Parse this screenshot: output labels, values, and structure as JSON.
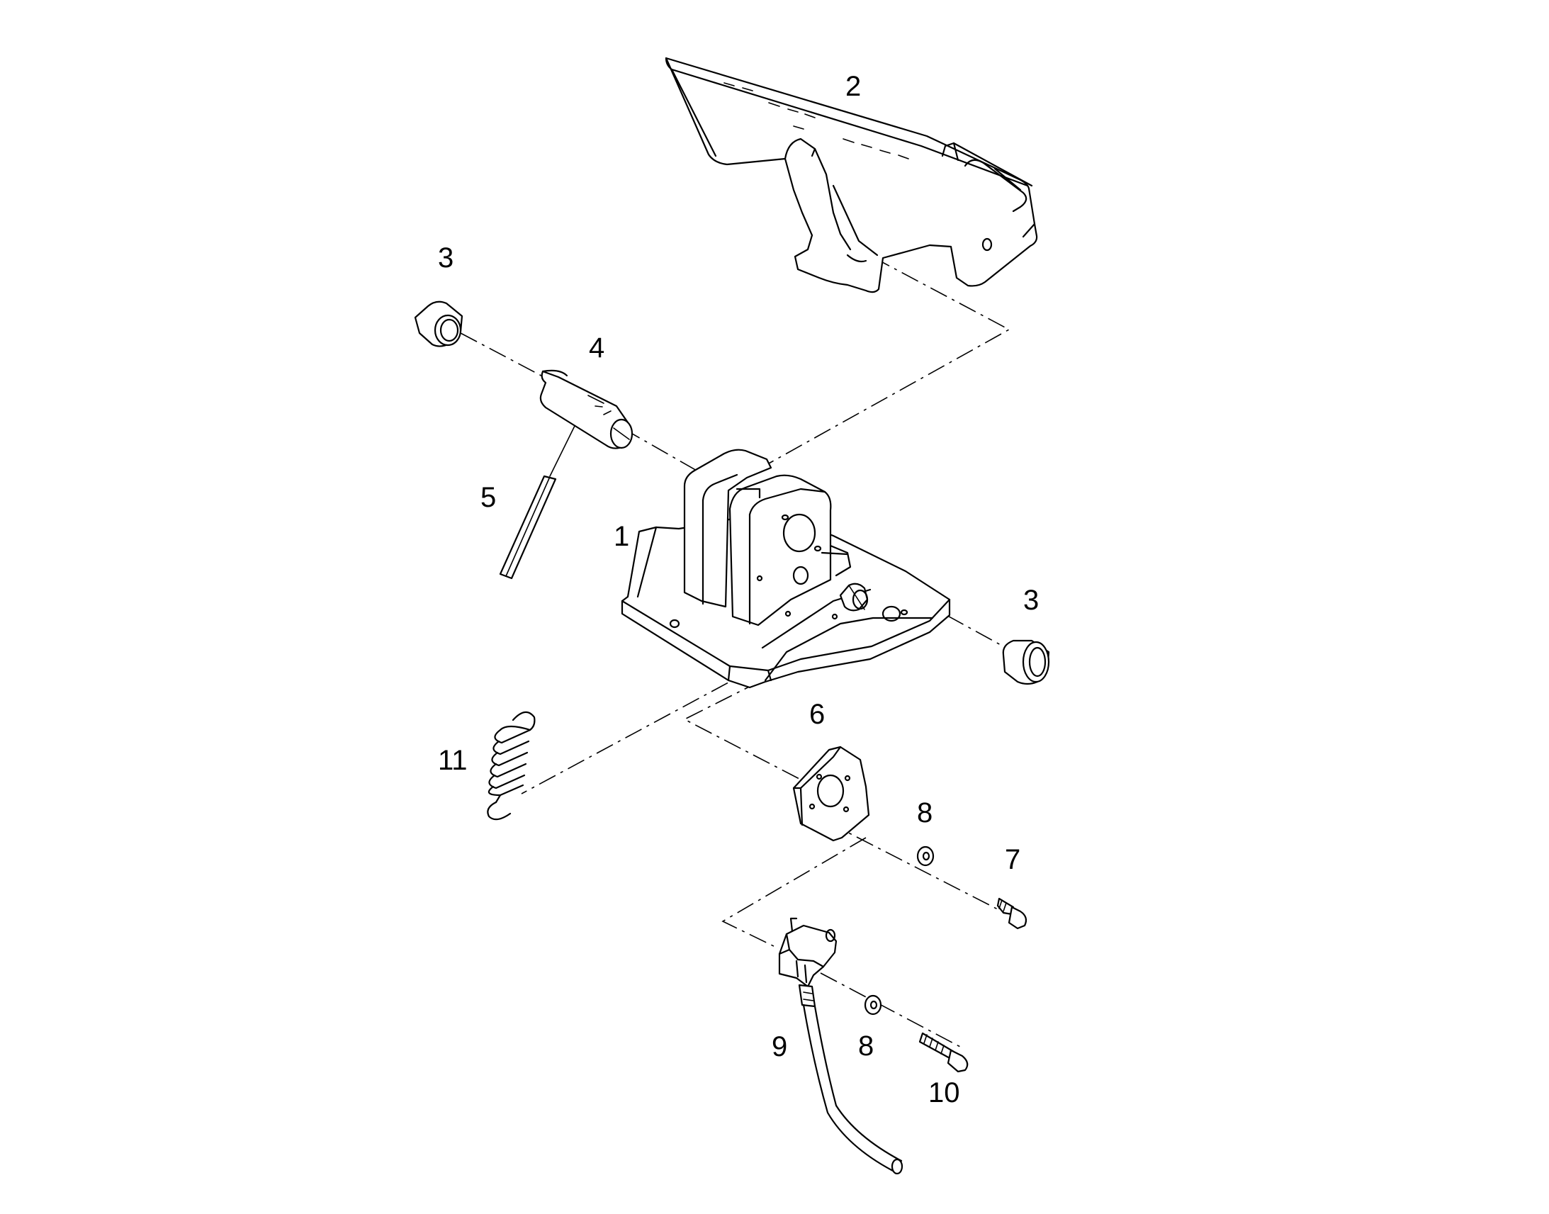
{
  "diagram": {
    "type": "exploded-parts-view",
    "callouts": [
      {
        "id": "label-1",
        "text": "1"
      },
      {
        "id": "label-2",
        "text": "2"
      },
      {
        "id": "label-3a",
        "text": "3"
      },
      {
        "id": "label-3b",
        "text": "3"
      },
      {
        "id": "label-4",
        "text": "4"
      },
      {
        "id": "label-5",
        "text": "5"
      },
      {
        "id": "label-6",
        "text": "6"
      },
      {
        "id": "label-7",
        "text": "7"
      },
      {
        "id": "label-8a",
        "text": "8"
      },
      {
        "id": "label-8b",
        "text": "8"
      },
      {
        "id": "label-9",
        "text": "9"
      },
      {
        "id": "label-10",
        "text": "10"
      },
      {
        "id": "label-11",
        "text": "11"
      }
    ]
  }
}
